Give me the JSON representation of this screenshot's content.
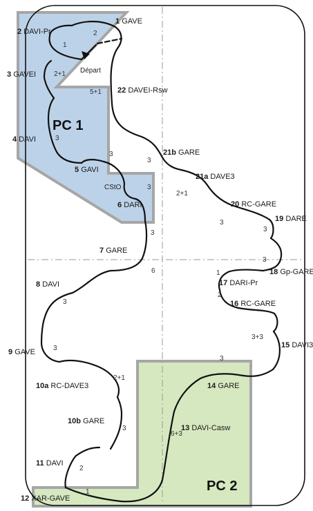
{
  "colors": {
    "pc1_fill": "#bcd2e8",
    "pc2_fill": "#d6e8bf",
    "zone_border": "#a6a6a6",
    "track": "#111111",
    "axis": "#9a9a9a",
    "frame": "#111111"
  },
  "zones": [
    {
      "id": "pc1",
      "label": "PC 1"
    },
    {
      "id": "pc2",
      "label": "PC 2"
    }
  ],
  "start_label": "Départ",
  "cst_label": "CStO",
  "stations": [
    {
      "num": "1",
      "name": "GAVE"
    },
    {
      "num": "2",
      "name": "DAVI-Pr"
    },
    {
      "num": "3",
      "name": "GAVEI"
    },
    {
      "num": "4",
      "name": "DAVI"
    },
    {
      "num": "5",
      "name": "GAVI"
    },
    {
      "num": "6",
      "name": "DARI"
    },
    {
      "num": "7",
      "name": "GARE"
    },
    {
      "num": "8",
      "name": "DAVI"
    },
    {
      "num": "9",
      "name": "GAVE"
    },
    {
      "num": "10a",
      "name": "RC-DAVE3"
    },
    {
      "num": "10b",
      "name": "GARE"
    },
    {
      "num": "11",
      "name": "DAVI"
    },
    {
      "num": "12",
      "name": "XAR-GAVE"
    },
    {
      "num": "13",
      "name": "DAVI-Casw"
    },
    {
      "num": "14",
      "name": "GARE"
    },
    {
      "num": "15",
      "name": "DAVI3"
    },
    {
      "num": "16",
      "name": "RC-GARE"
    },
    {
      "num": "17",
      "name": "DARI-Pr"
    },
    {
      "num": "18",
      "name": "Gp-GARE"
    },
    {
      "num": "19",
      "name": "DARE"
    },
    {
      "num": "20",
      "name": "RC-GARE"
    },
    {
      "num": "21a",
      "name": "DAVE3"
    },
    {
      "num": "21b",
      "name": "GARE"
    },
    {
      "num": "22",
      "name": "DAVEI-Rsw"
    }
  ],
  "counts": [
    "2",
    "1",
    "2+1",
    "5+1",
    "3",
    "3",
    "3",
    "3",
    "3",
    "2+1",
    "3",
    "3",
    "3",
    "1",
    "6",
    "3",
    "3",
    "2+1",
    "3",
    "2",
    "1",
    "6+3",
    "3",
    "3+3",
    "2"
  ]
}
